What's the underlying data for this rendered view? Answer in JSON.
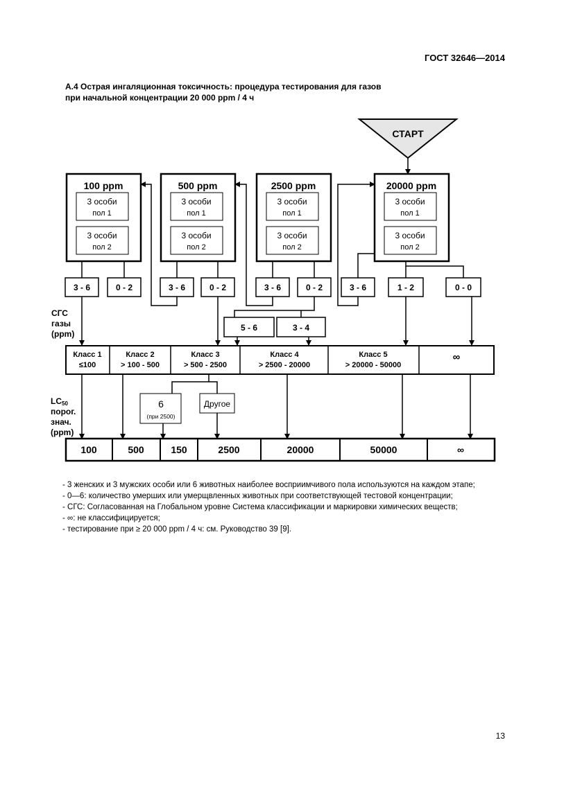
{
  "header": {
    "standard": "ГОСТ 32646—2014"
  },
  "title": {
    "line1": "А.4 Острая ингаляционная токсичность: процедура тестирования для газов",
    "line2": "при начальной концентрации 20 000 ppm / 4 ч"
  },
  "flowchart": {
    "start": "СТАРТ",
    "concentrations": [
      {
        "label": "100 ppm",
        "groups": [
          {
            "n": "3 особи",
            "sex": "пол 1"
          },
          {
            "n": "3 особи",
            "sex": "пол 2"
          }
        ]
      },
      {
        "label": "500 ppm",
        "groups": [
          {
            "n": "3 особи",
            "sex": "пол 1"
          },
          {
            "n": "3 особи",
            "sex": "пол 2"
          }
        ]
      },
      {
        "label": "2500 ppm",
        "groups": [
          {
            "n": "3 особи",
            "sex": "пол 1"
          },
          {
            "n": "3 особи",
            "sex": "пол 2"
          }
        ]
      },
      {
        "label": "20000 ppm",
        "groups": [
          {
            "n": "3 особи",
            "sex": "пол 1"
          },
          {
            "n": "3 особи",
            "sex": "пол 2"
          }
        ]
      }
    ],
    "outcomes": [
      "3 - 6",
      "0 - 2",
      "3 - 6",
      "0 - 2",
      "3 - 6",
      "0 - 2",
      "3 - 6",
      "1 - 2",
      "0 - 0"
    ],
    "sub_outcomes": [
      "5 - 6",
      "3 - 4"
    ],
    "ghs_label": [
      "СГС",
      "газы",
      "(ppm)"
    ],
    "classes": [
      {
        "name": "Класс 1",
        "range": "≤100"
      },
      {
        "name": "Класс 2",
        "range": "> 100 - 500"
      },
      {
        "name": "Класс 3",
        "range": "> 500 - 2500"
      },
      {
        "name": "Класс 4",
        "range": "> 2500 - 20000"
      },
      {
        "name": "Класс 5",
        "range": "> 20000 - 50000"
      },
      {
        "name": "∞",
        "range": ""
      }
    ],
    "lc50_label": [
      "LC",
      "50",
      "порог.",
      "знач.",
      "(ppm)"
    ],
    "class3_options": {
      "six": "6",
      "six_note": "(при 2500)",
      "other": "Другое"
    },
    "cutoffs": [
      "100",
      "500",
      "150",
      "2500",
      "20000",
      "50000",
      "∞"
    ]
  },
  "notes": [
    "- 3 женских и 3 мужских особи или 6 животных наиболее восприимчивого пола используются на каждом этапе;",
    "- 0—6: количество умерших или умерщвленных животных при соответствующей тестовой концентрации;",
    "- СГС: Согласованная на Глобальном уровне Система классификации и маркировки химических веществ;",
    "- ∞: не классифицируется;",
    "- тестирование при ≥ 20 000 ppm / 4 ч: см. Руководство 39 [9]."
  ],
  "page_number": "13"
}
